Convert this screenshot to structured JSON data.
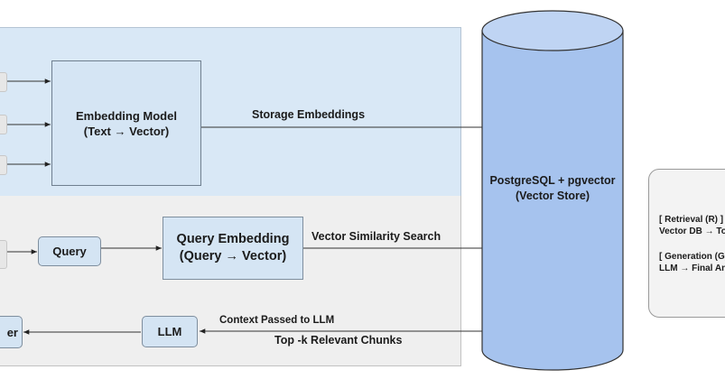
{
  "nodes": {
    "embedding_model": {
      "line1": "Embedding Model",
      "line2": "(Text → Vector)"
    },
    "query": "Query",
    "query_embedding": {
      "line1": "Query Embedding",
      "line2": "(Query → Vector)"
    },
    "llm": "LLM",
    "answer_partial": "er",
    "vector_store": {
      "line1": "PostgreSQL + pgvector",
      "line2": "(Vector Store)"
    }
  },
  "edges": {
    "storage": "Storage Embeddings",
    "similarity": "Vector Similarity Search",
    "context": "Context Passed to LLM",
    "top_k": "Top -k Relevant Chunks"
  },
  "side_panel": {
    "retrieval_title": "[ Retrieval (R) ]",
    "retrieval_text": "Vector DB → Top",
    "generation_title": "[ Generation (G)",
    "generation_text": "LLM → Final Ans"
  },
  "colors": {
    "top_panel": "#d9e8f6",
    "bottom_panel": "#efefef",
    "cylinder": "#a6c3ee",
    "node_fill": "#d4e4f3"
  }
}
